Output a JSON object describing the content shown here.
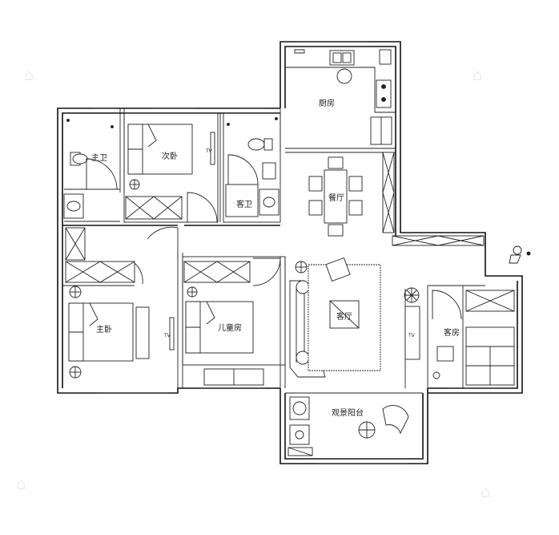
{
  "rooms": {
    "kitchen": "厨房",
    "master_bath": "主卫",
    "second_bedroom": "次卧",
    "guest_bath": "客卫",
    "dining": "餐厅",
    "master_bedroom": "主卧",
    "kids_room": "儿童房",
    "living_room": "客厅",
    "guest_room": "客房",
    "balcony": "观景阳台"
  },
  "tv_labels": {
    "second_bedroom": "TV",
    "master_bedroom": "TV",
    "guest_room": "TV"
  },
  "colors": {
    "wall": "#111111",
    "background": "#ffffff"
  },
  "icons": [
    "toilet-icon",
    "sink-icon",
    "bed-icon",
    "sofa-icon",
    "dining-table-icon",
    "stove-icon",
    "door-swing-icon",
    "plant-icon",
    "washing-machine-icon",
    "wardrobe-icon"
  ]
}
